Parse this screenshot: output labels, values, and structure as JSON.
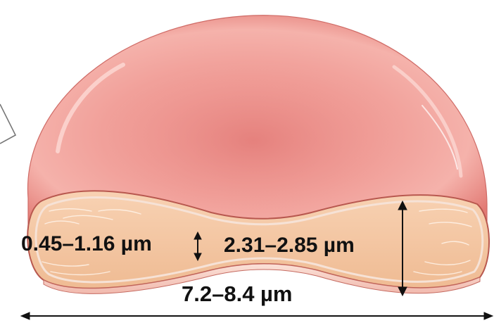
{
  "labels": {
    "center_thickness": "0.45–1.16 µm",
    "rim_thickness": "2.31–2.85 µm",
    "diameter": "7.2–8.4 µm"
  },
  "colors": {
    "cell_surface": "#ec8a86",
    "cell_highlight": "#f9c7c2",
    "cut_face": "#f4c49e",
    "cut_edge": "#b8584f",
    "ink": "#111111"
  }
}
